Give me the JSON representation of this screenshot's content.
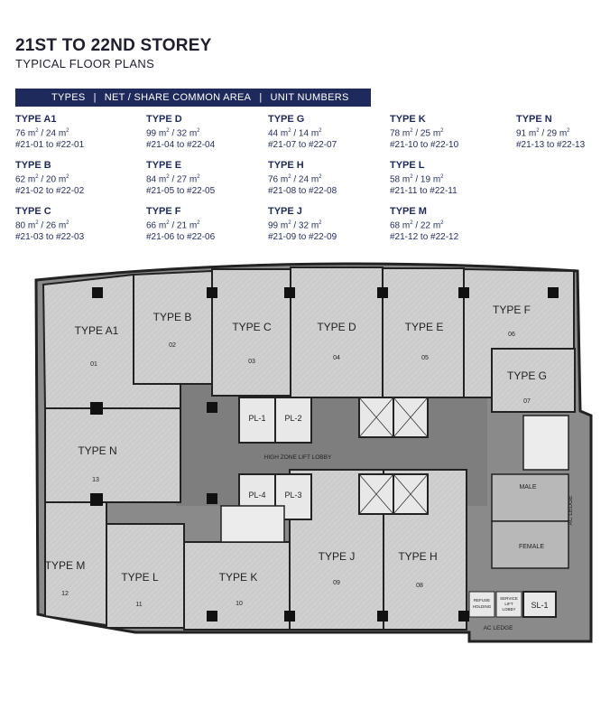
{
  "header": {
    "title": "21ST TO 22ND STOREY",
    "subtitle": "TYPICAL FLOOR PLANS"
  },
  "legend_bar": {
    "col1": "TYPES",
    "col2": "NET / SHARE COMMON AREA",
    "col3": "UNIT NUMBERS",
    "separator": "|"
  },
  "units": [
    {
      "type": "TYPE A1",
      "area": "76 m",
      "area2": " / 24 m",
      "numbers": "#21-01 to #22-01"
    },
    {
      "type": "TYPE B",
      "area": "62 m",
      "area2": " / 20 m",
      "numbers": "#21-02 to #22-02"
    },
    {
      "type": "TYPE C",
      "area": "80 m",
      "area2": " / 26 m",
      "numbers": "#21-03 to #22-03"
    },
    {
      "type": "TYPE D",
      "area": "99 m",
      "area2": " / 32 m",
      "numbers": "#21-04 to #22-04"
    },
    {
      "type": "TYPE E",
      "area": "84 m",
      "area2": " / 27 m",
      "numbers": "#21-05 to #22-05"
    },
    {
      "type": "TYPE F",
      "area": "66 m",
      "area2": " / 21 m",
      "numbers": "#21-06 to #22-06"
    },
    {
      "type": "TYPE G",
      "area": "44 m",
      "area2": " / 14 m",
      "numbers": "#21-07 to #22-07"
    },
    {
      "type": "TYPE H",
      "area": "76 m",
      "area2": " / 24 m",
      "numbers": "#21-08 to #22-08"
    },
    {
      "type": "TYPE J",
      "area": "99 m",
      "area2": " / 32 m",
      "numbers": "#21-09 to #22-09"
    },
    {
      "type": "TYPE K",
      "area": "78 m",
      "area2": " / 25 m",
      "numbers": "#21-10 to #22-10"
    },
    {
      "type": "TYPE L",
      "area": "58 m",
      "area2": " / 19 m",
      "numbers": "#21-11 to #22-11"
    },
    {
      "type": "TYPE M",
      "area": "68 m",
      "area2": " / 22 m",
      "numbers": "#21-12 to #22-12"
    },
    {
      "type": "TYPE N",
      "area": "91 m",
      "area2": " / 29 m",
      "numbers": "#21-13 to #22-13"
    }
  ],
  "area_superscript": "2",
  "plan": {
    "rooms": [
      {
        "label": "TYPE A1",
        "num": "01"
      },
      {
        "label": "TYPE B",
        "num": "02"
      },
      {
        "label": "TYPE C",
        "num": "03"
      },
      {
        "label": "TYPE  D",
        "num": "04"
      },
      {
        "label": "TYPE E",
        "num": "05"
      },
      {
        "label": "TYPE F",
        "num": "06"
      },
      {
        "label": "TYPE G",
        "num": "07"
      },
      {
        "label": "TYPE H",
        "num": "08"
      },
      {
        "label": "TYPE J",
        "num": "09"
      },
      {
        "label": "TYPE K",
        "num": "10"
      },
      {
        "label": "TYPE L",
        "num": "11"
      },
      {
        "label": "TYPE M",
        "num": "12"
      },
      {
        "label": "TYPE N",
        "num": "13"
      }
    ],
    "lifts": [
      "PL-1",
      "PL-2",
      "PL-4",
      "PL-3",
      "SL-1"
    ],
    "lobby": "HIGH ZONE LIFT LOBBY",
    "male": "MALE",
    "female": "FEMALE",
    "ac_ledge": "AC LEDGE",
    "refuse_1": "REFUSE",
    "refuse_2": "HOLDING",
    "service_1": "SERVICE",
    "service_2": "LIFT",
    "service_3": "LOBBY"
  }
}
